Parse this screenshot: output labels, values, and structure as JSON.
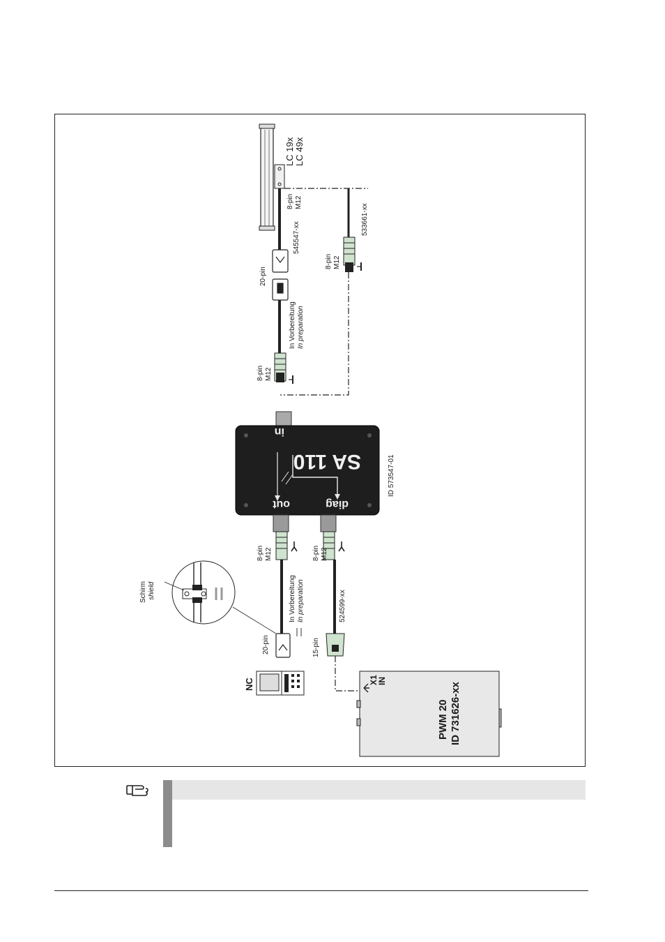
{
  "diagram": {
    "encoder": {
      "model_a": "LC 19x",
      "model_b": "LC 49x"
    },
    "encoder_connector": {
      "pins": "8-pin",
      "type": "M12"
    },
    "cable_encoder_adapter": {
      "id": "545547-xx"
    },
    "cable_direct": {
      "id": "533661-xx"
    },
    "adapter_in": {
      "pins": "20-pin",
      "note_de": "In Vorbereitung",
      "note_en": "In preparation"
    },
    "connector_in_side": {
      "pins": "8-pin",
      "type": "M12"
    },
    "connector_direct": {
      "pins": "8-pin",
      "type": "M12"
    },
    "sa110": {
      "name": "SA 110",
      "port_in": "in",
      "port_out": "out",
      "port_diag": "diag",
      "id": "ID 573547-01"
    },
    "connector_out": {
      "pins": "8-pin",
      "type": "M12"
    },
    "connector_diag": {
      "pins": "8-pin",
      "type": "M12"
    },
    "cable_out": {
      "note_de": "In Vorbereitung",
      "note_en": "In preparation"
    },
    "cable_diag": {
      "id": "524599-xx"
    },
    "shield_detail": {
      "label_de": "Schirm",
      "label_en": "shield"
    },
    "nc_connector": {
      "pins": "20-pin"
    },
    "nc": {
      "label": "NC"
    },
    "pwm_connector": {
      "pins": "15-pin"
    },
    "pwm": {
      "name": "PWM 20",
      "id": "ID 731626-xx",
      "port_x1": "X1",
      "port_in": "IN"
    }
  },
  "colors": {
    "device": "#1e1e1e",
    "cable": "#2a2a2a",
    "connector_green": "#cfe3cf",
    "note_bar": "#8c8c8c",
    "note_header": "#e6e6e6",
    "pwm_box": "#e8e8e8"
  },
  "note": {
    "icon": "pointing-hand-icon"
  }
}
